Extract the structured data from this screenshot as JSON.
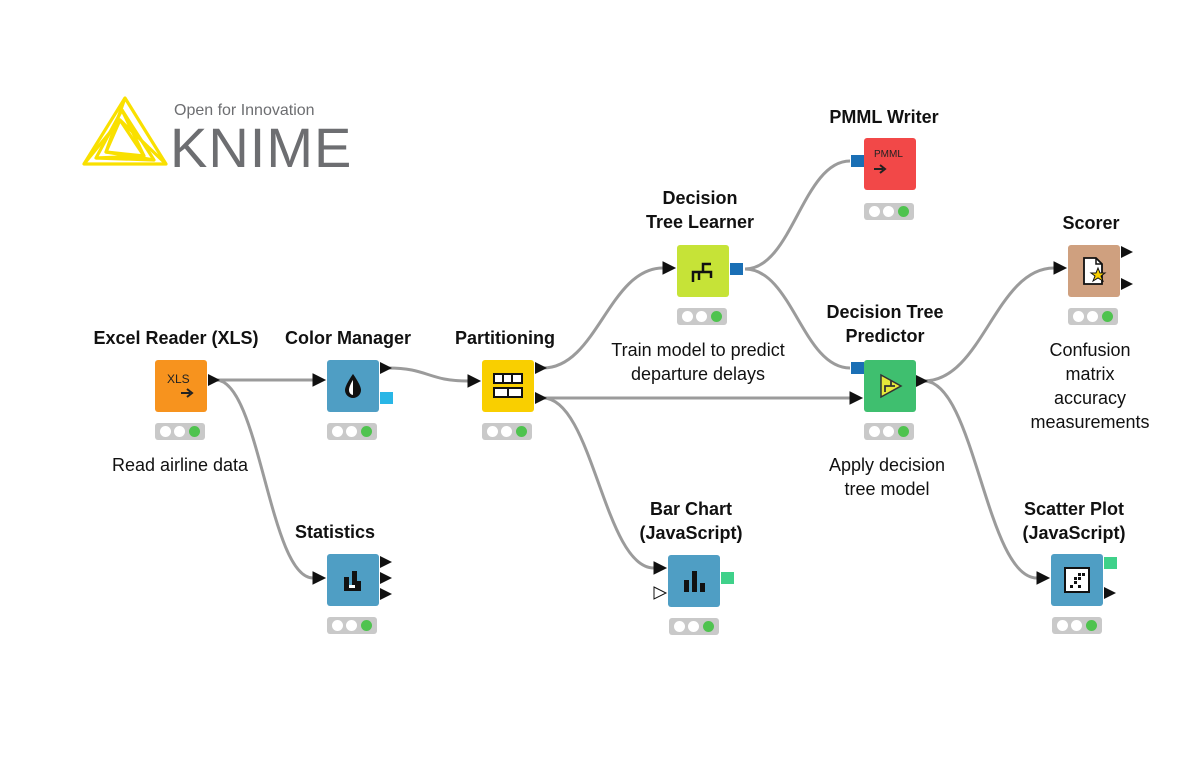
{
  "logo": {
    "tagline": "Open for Innovation",
    "wordmark": "KNIME"
  },
  "colors": {
    "reader": "#f7931e",
    "manipulator": "#4f9ec4",
    "partitioning": "#f9cf00",
    "learner": "#c6e337",
    "predictor": "#3fbf6f",
    "writer": "#f24848",
    "scorer": "#cfa07f",
    "viz": "#4f9ec4",
    "status_ok": "#4fc34f",
    "connection": "#9b9b9b",
    "logo_yellow": "#f9e000"
  },
  "nodes": [
    {
      "id": "excel",
      "title": "Excel Reader (XLS)",
      "description": "Read airline data",
      "icon": "xls-icon",
      "icon_text": "XLS",
      "color_key": "reader"
    },
    {
      "id": "color",
      "title": "Color Manager",
      "description": "",
      "icon": "color-drop-icon",
      "color_key": "manipulator"
    },
    {
      "id": "stats",
      "title": "Statistics",
      "description": "",
      "icon": "statistics-icon",
      "color_key": "manipulator"
    },
    {
      "id": "part",
      "title": "Partitioning",
      "description": "",
      "icon": "partition-icon",
      "color_key": "partitioning"
    },
    {
      "id": "dtl",
      "title": "Decision\nTree Learner",
      "description": "Train model to predict\ndeparture delays",
      "icon": "tree-icon",
      "color_key": "learner"
    },
    {
      "id": "pmml",
      "title": "PMML Writer",
      "description": "",
      "icon": "pmml-icon",
      "icon_text": "PMML",
      "color_key": "writer"
    },
    {
      "id": "dtp",
      "title": "Decision Tree\nPredictor",
      "description": "Apply decision\ntree model",
      "icon": "predictor-icon",
      "color_key": "predictor"
    },
    {
      "id": "bar",
      "title": "Bar Chart\n(JavaScript)",
      "description": "",
      "icon": "bar-chart-icon",
      "color_key": "viz"
    },
    {
      "id": "scorer",
      "title": "Scorer",
      "description": "Confusion matrix\naccuracy measurements",
      "icon": "scorer-icon",
      "color_key": "scorer"
    },
    {
      "id": "scatter",
      "title": "Scatter Plot\n(JavaScript)",
      "description": "",
      "icon": "scatter-icon",
      "color_key": "viz"
    }
  ],
  "connections": [
    {
      "from": "excel",
      "to": "color"
    },
    {
      "from": "excel",
      "to": "stats"
    },
    {
      "from": "color",
      "to": "part"
    },
    {
      "from": "part",
      "to": "dtl"
    },
    {
      "from": "part",
      "to": "dtp"
    },
    {
      "from": "part",
      "to": "bar"
    },
    {
      "from": "dtl",
      "to": "pmml"
    },
    {
      "from": "dtl",
      "to": "dtp"
    },
    {
      "from": "dtp",
      "to": "scorer"
    },
    {
      "from": "dtp",
      "to": "scatter"
    }
  ]
}
